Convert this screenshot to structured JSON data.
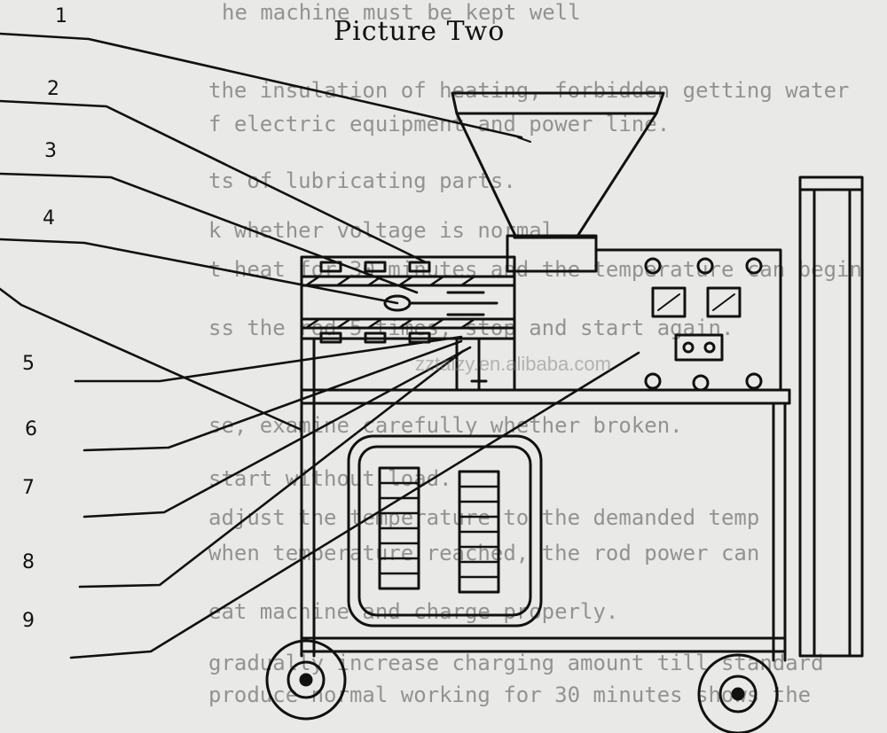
{
  "title": "Picture Two",
  "callouts": [
    "1",
    "2",
    "3",
    "4",
    "5",
    "6",
    "7",
    "8",
    "9"
  ],
  "watermark": "zztaizy.en.alibaba.com",
  "bleed_through_text": [
    "he machine must be kept well",
    "the insulation of heating, forbidden getting water",
    "f electric equipment and power line.",
    "ts of lubricating parts.",
    "k whether voltage is normal.",
    "t heat for 30 minutes and the temperature can begin",
    "ss the rod 5 times, stop and start again.",
    "se, examine carefully whether broken.",
    "start without load.",
    "adjust the temperature to the demanded temp",
    "when temperature reached, the rod power can",
    "eat machine and charge properly.",
    "gradually increase charging amount till standard",
    "produce normal working for 30 minutes shows the"
  ],
  "colors": {
    "ink": "#111111",
    "paper": "#e9e9e7",
    "ghost": "#6b6b6b"
  }
}
